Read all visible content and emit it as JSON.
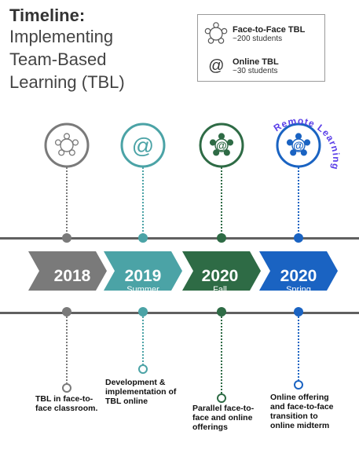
{
  "title": {
    "line1": "Timeline:",
    "line2": "Implementing",
    "line3": "Team-Based",
    "line4": "Learning (TBL)"
  },
  "legend": {
    "f2f_title": "Face-to-Face TBL",
    "f2f_desc": "~200 students",
    "online_title": "Online TBL",
    "online_desc": "~30 students",
    "online_symbol": "@"
  },
  "remote_label": "Remote Learning",
  "milestones": [
    {
      "year": "2018",
      "sub": "",
      "color": "#7a7a7a",
      "icon": "team-circle-icon",
      "description": "TBL in face-to-face classroom."
    },
    {
      "year": "2019",
      "sub": "Summer",
      "color": "#4ba3a6",
      "icon": "at-icon",
      "description": "Development & implementation of TBL online"
    },
    {
      "year": "2020",
      "sub": "Fall",
      "color": "#2e6b45",
      "icon": "team-at-icon",
      "description": "Parallel face-to-face and online offerings"
    },
    {
      "year": "2020",
      "sub": "Spring",
      "color": "#1a63c2",
      "icon": "team-at-icon",
      "description": "Online offering and face-to-face transition to online midterm"
    }
  ],
  "colors": {
    "line": "#606060",
    "remote": "#5a3ee8"
  }
}
